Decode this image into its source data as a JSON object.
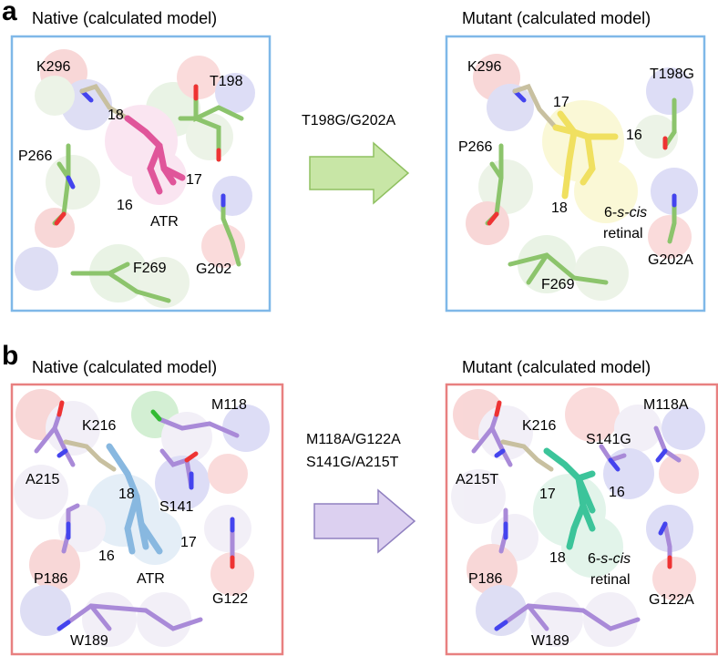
{
  "panels": [
    {
      "letter": "a",
      "native": {
        "title": "Native (calculated model)",
        "labels": {
          "k": "K296",
          "t": "T198",
          "p": "P266",
          "f": "F269",
          "g": "G202",
          "n18": "18",
          "n17": "17",
          "n16": "16",
          "ret": "ATR"
        }
      },
      "mutation": "T198G/G202A",
      "mutant": {
        "title": "Mutant (calculated model)",
        "labels": {
          "k": "K296",
          "t": "T198G",
          "p": "P266",
          "f": "F269",
          "g": "G202A",
          "n17": "17",
          "n16": "16",
          "n18": "18",
          "ret_a": "6-",
          "ret_b": "s-cis",
          "ret_c": "retinal"
        }
      },
      "colors": {
        "frame": "#7fb8e8",
        "arrow": "#c8e6a6",
        "arrow_edge": "#8fc060",
        "retinal_native": "#e0559a",
        "retinal_mutant": "#f0e060",
        "residue": "#8cc46c"
      }
    },
    {
      "letter": "b",
      "native": {
        "title": "Native (calculated model)",
        "labels": {
          "k": "K216",
          "m": "M118",
          "a": "A215",
          "s": "S141",
          "p": "P186",
          "g": "G122",
          "w": "W189",
          "n18": "18",
          "n17": "17",
          "n16": "16",
          "ret": "ATR"
        }
      },
      "mutation": [
        "M118A/G122A",
        "S141G/A215T"
      ],
      "mutant": {
        "title": "Mutant (calculated model)",
        "labels": {
          "k": "K216",
          "m": "M118A",
          "s": "S141G",
          "a": "A215T",
          "p": "P186",
          "g": "G122A",
          "w": "W189",
          "n17": "17",
          "n16": "16",
          "n18": "18",
          "ret_a": "6-",
          "ret_b": "s-cis",
          "ret_c": "retinal"
        }
      },
      "colors": {
        "frame": "#e88080",
        "arrow": "#dcd0f0",
        "arrow_edge": "#9080c0",
        "retinal_native": "#88b8e0",
        "retinal_mutant": "#3cc49a",
        "residue": "#a98ad8"
      }
    }
  ]
}
